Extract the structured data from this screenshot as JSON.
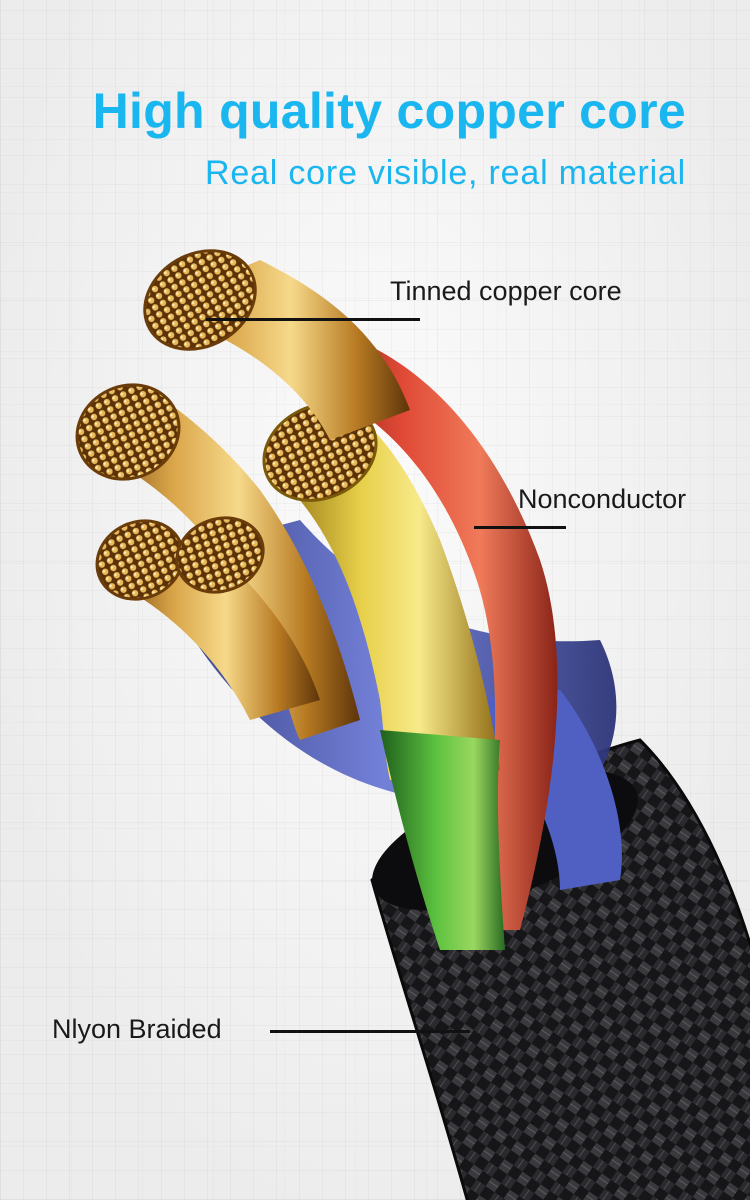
{
  "header": {
    "title": "High quality copper core",
    "subtitle": "Real core visible, real material"
  },
  "callouts": {
    "copper": "Tinned copper core",
    "insulation": "Nonconductor",
    "sheath": "Nlyon Braided"
  },
  "colors": {
    "accent": "#1ab6ef",
    "label_text": "#1a1a1a",
    "leader_line": "#111111",
    "copper": "#c8902c",
    "insulation_red": "#d8402f",
    "insulation_green": "#45a83c",
    "insulation_blue": "#5163b8",
    "braid": "#1c1c1e"
  },
  "icons": {
    "cable": "braided-cable-cross-section"
  }
}
